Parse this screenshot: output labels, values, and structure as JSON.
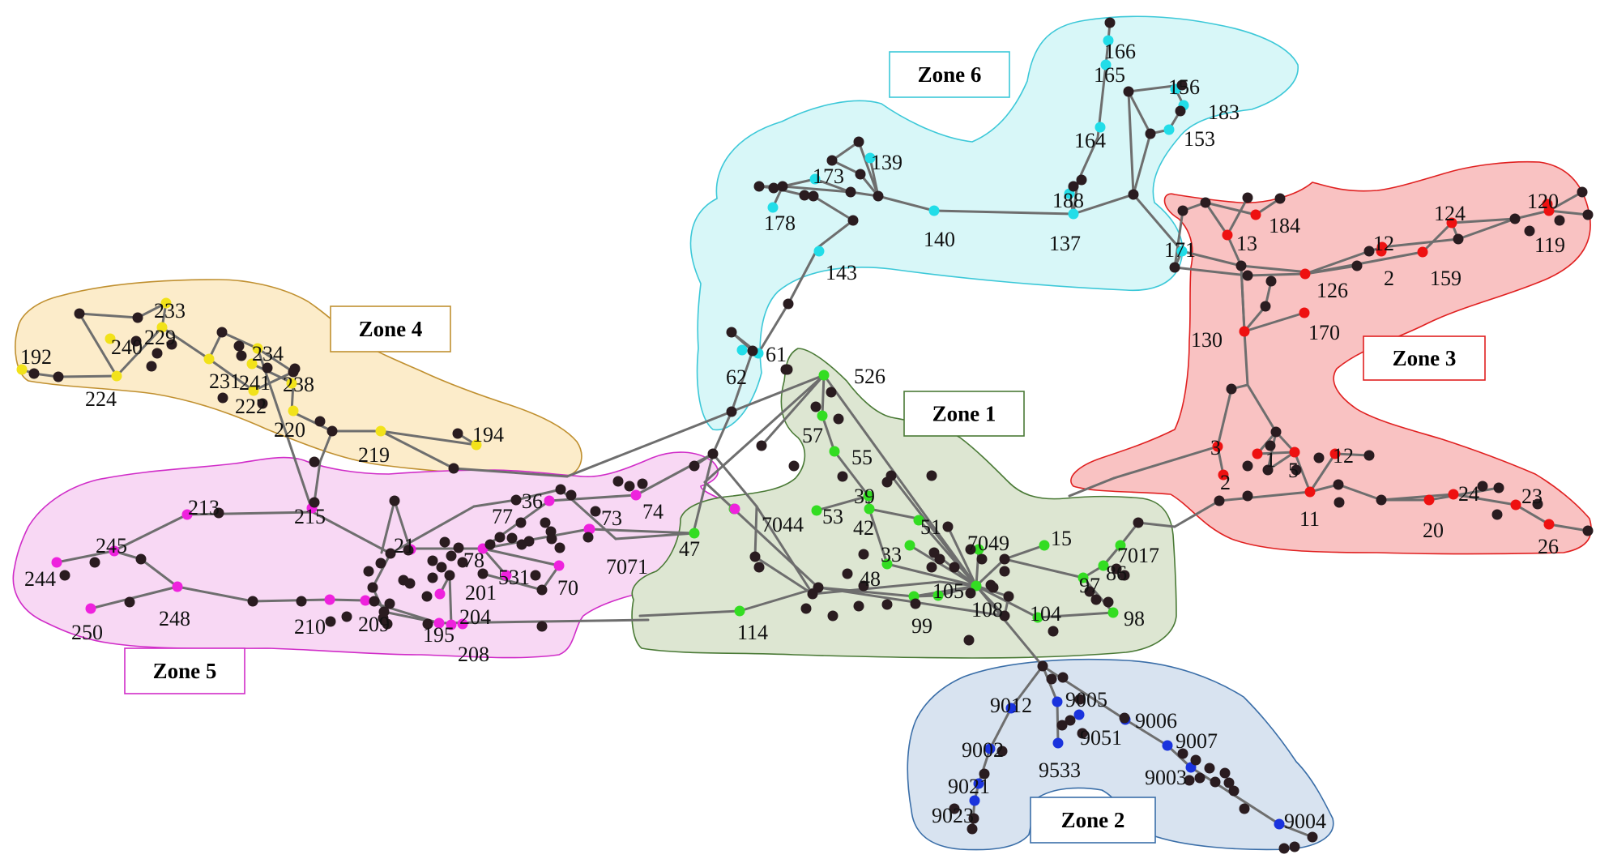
{
  "colors": {
    "zone1": {
      "fill": "#dde6d2",
      "stroke": "#4a7a36",
      "node": "#33dd22"
    },
    "zone2": {
      "fill": "#d8e3f0",
      "stroke": "#3a6ea8",
      "node": "#1a33dd"
    },
    "zone3": {
      "fill": "#f9c2c2",
      "stroke": "#e02020",
      "node": "#ee1111"
    },
    "zone4": {
      "fill": "#fcecca",
      "stroke": "#c09030",
      "node": "#f2e21a"
    },
    "zone5": {
      "fill": "#f8d8f4",
      "stroke": "#d02cc8",
      "node": "#ee22dd"
    },
    "zone6": {
      "fill": "#d8f7f8",
      "stroke": "#3cc8d8",
      "node": "#22dde8"
    },
    "plain_node": "#2a1c20",
    "edge": "#6e6e6e"
  },
  "zones": [
    {
      "id": "zone1",
      "label": "Zone 1"
    },
    {
      "id": "zone2",
      "label": "Zone 2"
    },
    {
      "id": "zone3",
      "label": "Zone 3"
    },
    {
      "id": "zone4",
      "label": "Zone 4"
    },
    {
      "id": "zone5",
      "label": "Zone 5"
    },
    {
      "id": "zone6",
      "label": "Zone 6"
    }
  ],
  "node_labels": [
    "526",
    "57",
    "55",
    "39",
    "53",
    "42",
    "51",
    "7049",
    "33",
    "48",
    "15",
    "7017",
    "86",
    "97",
    "98",
    "105",
    "108",
    "99",
    "104",
    "114",
    "47",
    "7044",
    "9012",
    "9005",
    "9051",
    "9006",
    "9007",
    "9533",
    "9002",
    "9003",
    "9021",
    "9023",
    "9004",
    "120",
    "184",
    "124",
    "13",
    "12",
    "119",
    "2",
    "159",
    "126",
    "130",
    "170",
    "3",
    "1",
    "5",
    "12",
    "2",
    "11",
    "24",
    "23",
    "20",
    "26",
    "233",
    "240",
    "229",
    "192",
    "234",
    "241",
    "231",
    "238",
    "224",
    "222",
    "220",
    "219",
    "194",
    "213",
    "215",
    "36",
    "77",
    "73",
    "74",
    "245",
    "244",
    "21",
    "78",
    "531",
    "7071",
    "70",
    "201",
    "204",
    "248",
    "250",
    "210",
    "209",
    "195",
    "208",
    "166",
    "165",
    "156",
    "183",
    "153",
    "164",
    "139",
    "173",
    "178",
    "140",
    "188",
    "137",
    "171",
    "143",
    "61",
    "62"
  ]
}
